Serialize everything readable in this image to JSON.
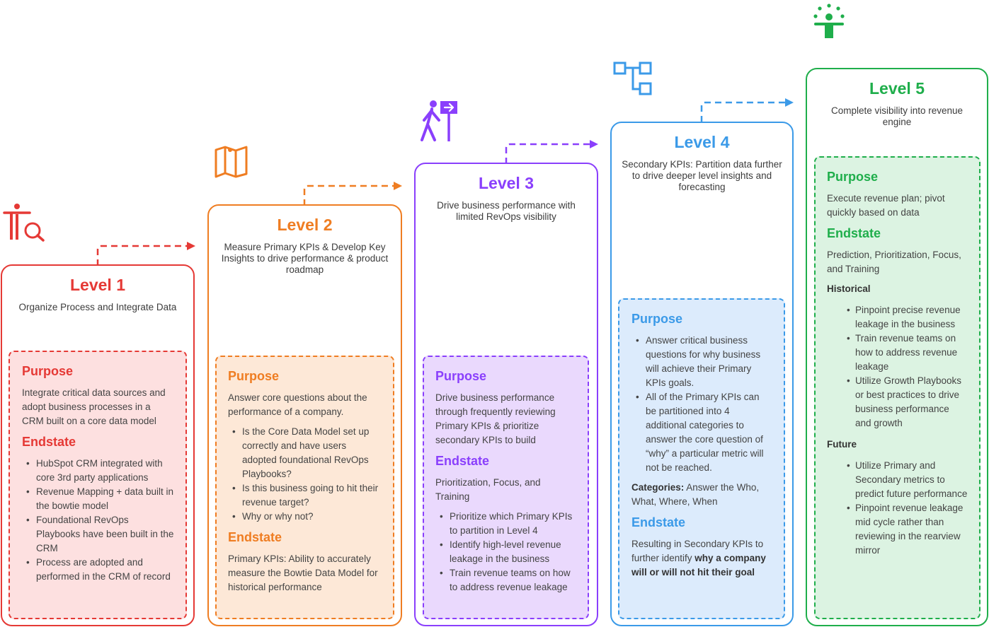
{
  "colors": {
    "level1": "#e53935",
    "level1_bg": "#fde0e0",
    "level2": "#ef7d22",
    "level2_bg": "#fde8d7",
    "level3": "#8a3ffc",
    "level3_bg": "#ead9fd",
    "level4": "#3b9ae8",
    "level4_bg": "#dcebfc",
    "level5": "#1fae4b",
    "level5_bg": "#dcf3e2"
  },
  "levels": [
    {
      "title": "Level 1",
      "subtitle": "Organize Process and Integrate Data",
      "icon": "person-magnifier-icon",
      "purpose_heading": "Purpose",
      "purpose_text": "Integrate critical data sources and adopt business processes in a CRM built on a core data model",
      "endstate_heading": "Endstate",
      "endstate_items": [
        "HubSpot CRM integrated with core 3rd party applications",
        "Revenue Mapping + data built in the bowtie model",
        "Foundational RevOps Playbooks have been built in the CRM",
        "Process are adopted and performed in the CRM of record"
      ]
    },
    {
      "title": "Level 2",
      "subtitle": "Measure Primary KPIs & Develop Key Insights to drive performance & product roadmap",
      "icon": "map-icon",
      "purpose_heading": "Purpose",
      "purpose_text": "Answer core questions about the performance of a company.",
      "purpose_items": [
        "Is the Core Data Model set up correctly and have users adopted foundational RevOps Playbooks?",
        "Is this business going to hit their revenue target?",
        "Why or why not?"
      ],
      "endstate_heading": "Endstate",
      "endstate_text": "Primary KPIs: Ability to accurately measure the Bowtie Data Model for historical performance"
    },
    {
      "title": "Level 3",
      "subtitle": "Drive business performance with limited RevOps visibility",
      "icon": "hiker-sign-icon",
      "purpose_heading": "Purpose",
      "purpose_text": "Drive business performance through frequently reviewing Primary KPIs & prioritize secondary KPIs to build",
      "endstate_heading": "Endstate",
      "endstate_text": "Prioritization, Focus, and Training",
      "endstate_items": [
        "Prioritize which Primary KPIs to partition in Level 4",
        "Identify high-level revenue leakage in the business",
        "Train revenue teams on how to address revenue leakage"
      ]
    },
    {
      "title": "Level 4",
      "subtitle": "Secondary KPIs: Partition data further to drive deeper level insights and forecasting",
      "icon": "hierarchy-icon",
      "purpose_heading": "Purpose",
      "purpose_items": [
        "Answer critical business questions for why business will achieve their Primary KPIs goals.",
        "All of the Primary KPIs can be partitioned into 4 additional categories to answer the core question of “why” a particular metric will not be reached."
      ],
      "categories_label": "Categories:",
      "categories_text": " Answer the Who, What, Where, When",
      "endstate_heading": "Endstate",
      "endstate_text_a": "Resulting in Secondary KPIs to further identify ",
      "endstate_text_b": "why a company will or will not hit their goal"
    },
    {
      "title": "Level 5",
      "subtitle": "Complete visibility into revenue engine",
      "icon": "growth-person-icon",
      "purpose_heading": "Purpose",
      "purpose_text": "Execute revenue plan; pivot quickly based on data",
      "endstate_heading": "Endstate",
      "endstate_text": "Prediction, Prioritization, Focus, and Training",
      "historical_label": "Historical",
      "historical_items": [
        "Pinpoint precise revenue leakage in the business",
        "Train revenue teams on how to address revenue leakage",
        "Utilize Growth Playbooks or best practices to drive business performance and growth"
      ],
      "future_label": "Future",
      "future_items": [
        "Utilize Primary and Secondary metrics to predict future performance",
        "Pinpoint revenue leakage mid cycle rather than reviewing in the rearview mirror"
      ]
    }
  ]
}
